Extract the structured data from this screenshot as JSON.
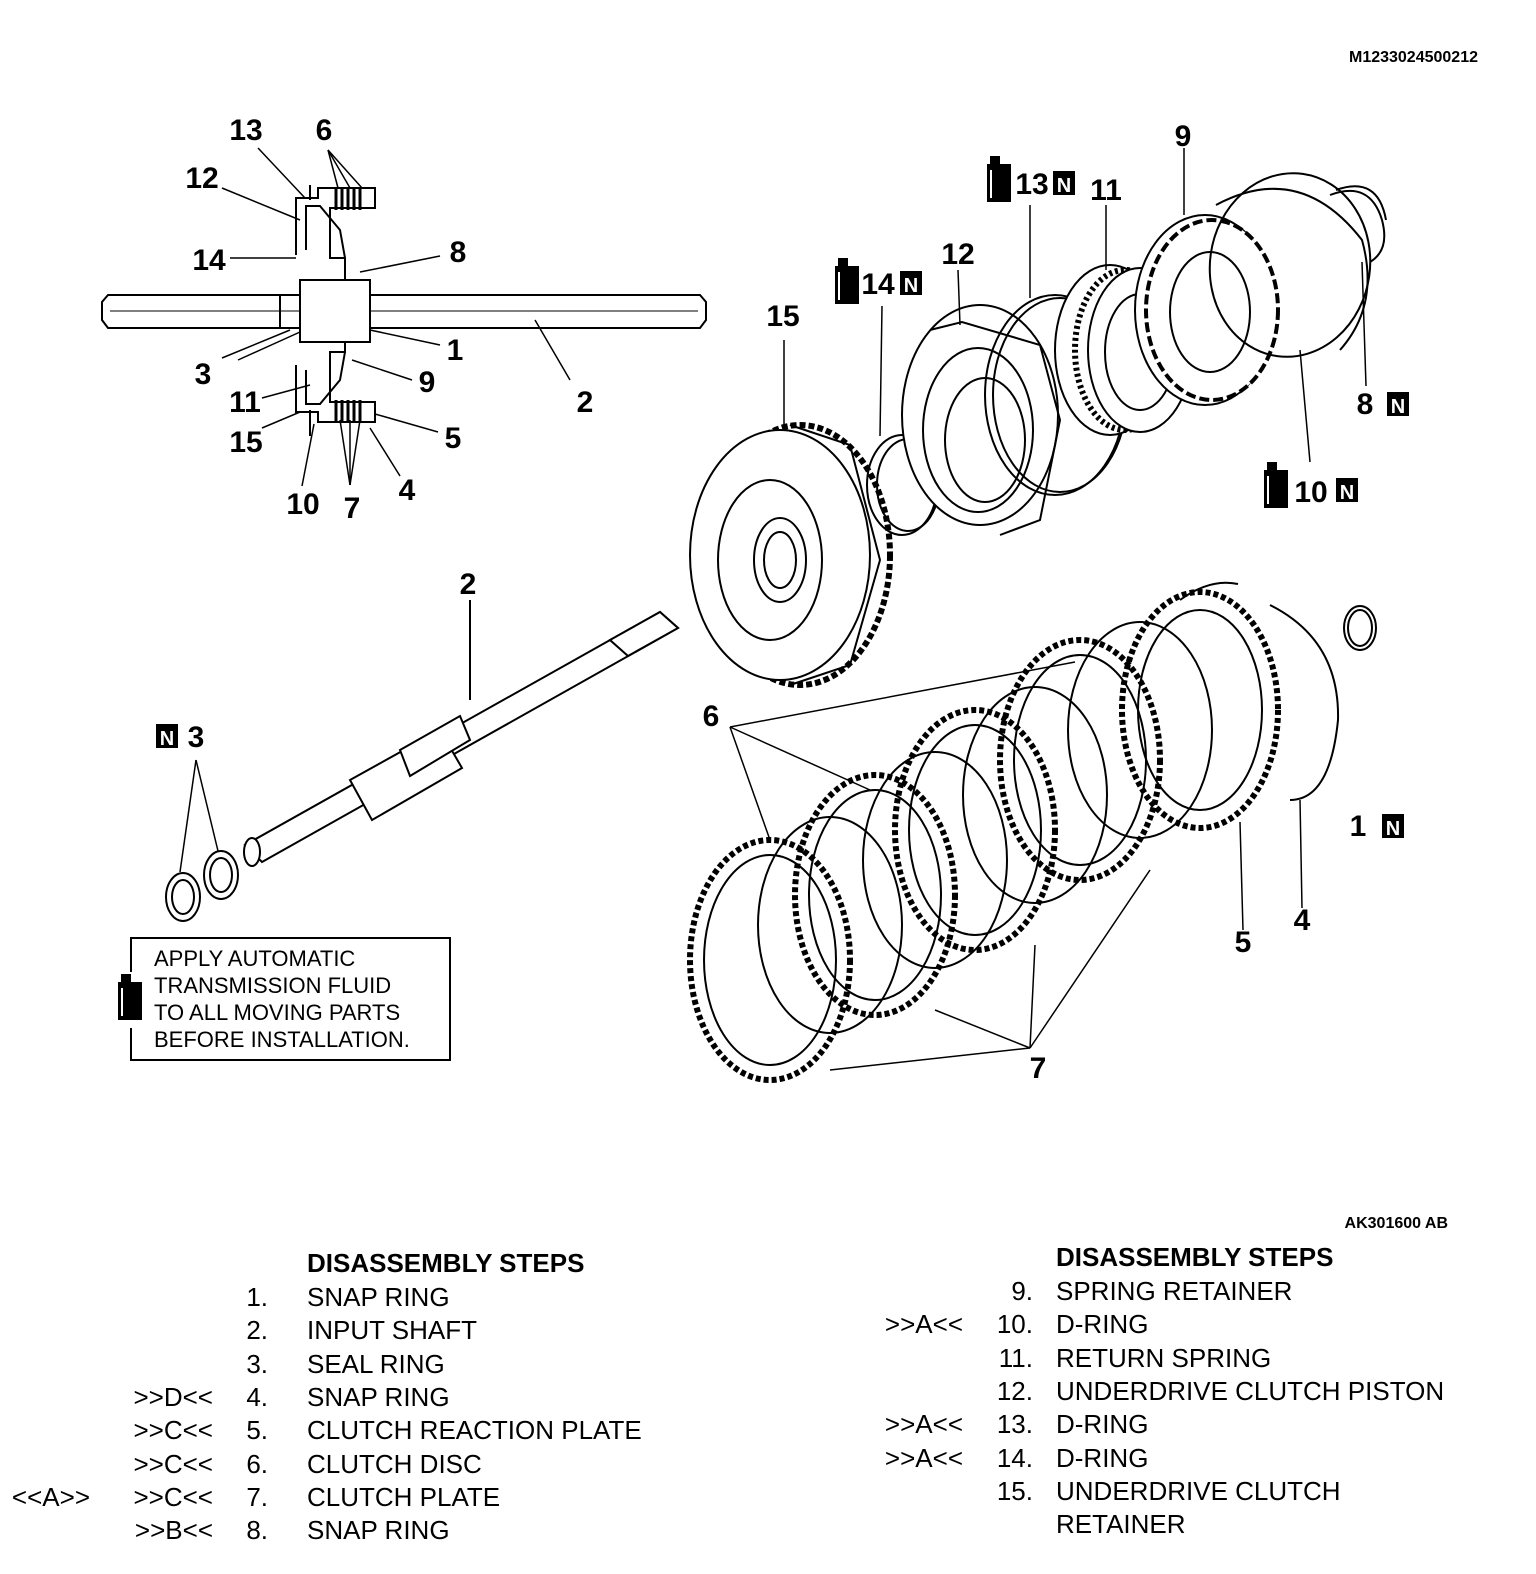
{
  "doc_code": "M1233024500212",
  "figure_code": "AK301600 AB",
  "note_lines": [
    "APPLY AUTOMATIC",
    "TRANSMISSION FLUID",
    "TO ALL MOVING PARTS",
    "BEFORE INSTALLATION."
  ],
  "callouts": {
    "c1": "1",
    "c2": "2",
    "c2b": "2",
    "c3": "3",
    "c3b": "3",
    "c4": "4",
    "c4b": "4",
    "c5": "5",
    "c5b": "5",
    "c6": "6",
    "c6b": "6",
    "c7": "7",
    "c7b": "7",
    "c8": "8",
    "c8b": "8",
    "c9": "9",
    "c9b": "9",
    "c10": "10",
    "c10b": "10",
    "c11": "11",
    "c11b": "11",
    "c12": "12",
    "c12b": "12",
    "c13": "13",
    "c13b": "13",
    "c14": "14",
    "c14b": "14",
    "c15": "15",
    "c15b": "15",
    "c1b": "1",
    "n_badge": "N"
  },
  "steps": {
    "title_left": "DISASSEMBLY STEPS",
    "title_right": "DISASSEMBLY STEPS",
    "left": [
      {
        "mark": "",
        "pre": "",
        "num": "1.",
        "name": "SNAP RING"
      },
      {
        "mark": "",
        "pre": "",
        "num": "2.",
        "name": "INPUT SHAFT"
      },
      {
        "mark": "",
        "pre": "",
        "num": "3.",
        "name": "SEAL RING"
      },
      {
        "mark": ">>D<<",
        "pre": "",
        "num": "4.",
        "name": "SNAP RING"
      },
      {
        "mark": ">>C<<",
        "pre": "",
        "num": "5.",
        "name": "CLUTCH REACTION PLATE"
      },
      {
        "mark": ">>C<<",
        "pre": "",
        "num": "6.",
        "name": "CLUTCH DISC"
      },
      {
        "mark": ">>C<<",
        "pre": "<<A>>",
        "num": "7.",
        "name": "CLUTCH PLATE"
      },
      {
        "mark": ">>B<<",
        "pre": "",
        "num": "8.",
        "name": "SNAP RING"
      }
    ],
    "right": [
      {
        "mark": "",
        "num": "9.",
        "name": "SPRING RETAINER"
      },
      {
        "mark": ">>A<<",
        "num": "10.",
        "name": "D-RING"
      },
      {
        "mark": "",
        "num": "11.",
        "name": "RETURN SPRING"
      },
      {
        "mark": "",
        "num": "12.",
        "name": "UNDERDRIVE CLUTCH PISTON"
      },
      {
        "mark": ">>A<<",
        "num": "13.",
        "name": "D-RING"
      },
      {
        "mark": ">>A<<",
        "num": "14.",
        "name": "D-RING"
      },
      {
        "mark": "",
        "num": "15.",
        "name": "UNDERDRIVE CLUTCH"
      },
      {
        "mark": "",
        "num": "",
        "name": "RETAINER"
      }
    ]
  }
}
